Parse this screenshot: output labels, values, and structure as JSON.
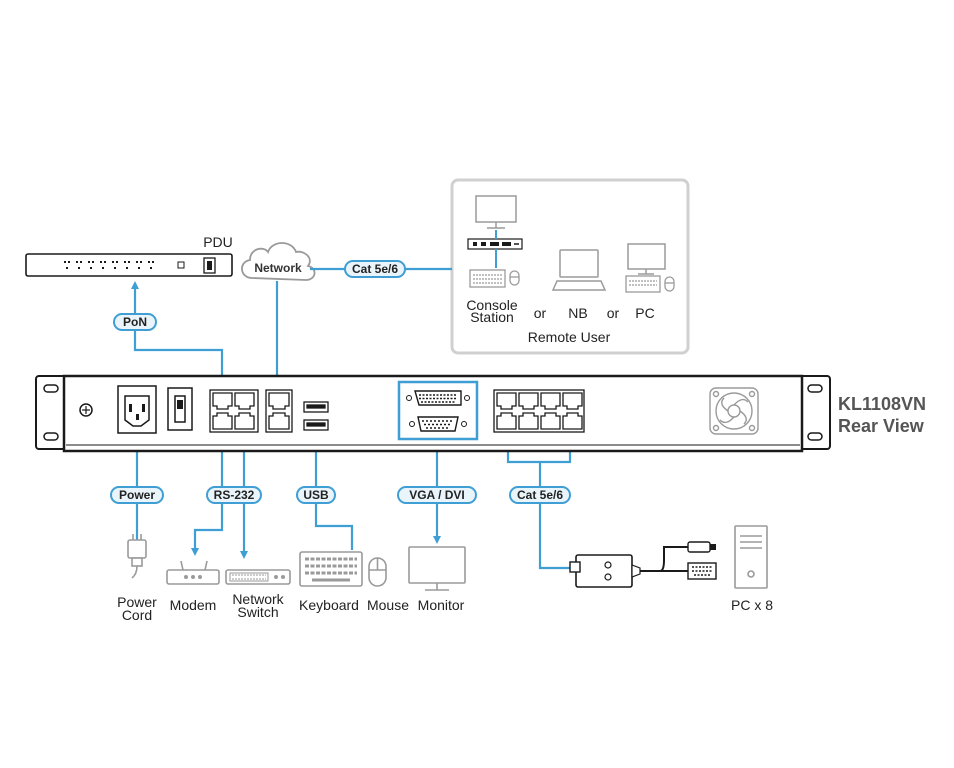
{
  "title": {
    "model": "KL1108VN",
    "view": "Rear View"
  },
  "remote": {
    "console_line1": "Console",
    "console_line2": "Station",
    "or1": "or",
    "nb": "NB",
    "or2": "or",
    "pc": "PC",
    "caption": "Remote User"
  },
  "pdu": "PDU",
  "network": "Network",
  "connection_labels": {
    "cat_top": "Cat 5e/6",
    "pon": "PoN",
    "power": "Power",
    "rs232": "RS-232",
    "usb": "USB",
    "vga_dvi": "VGA / DVI",
    "cat_bottom": "Cat 5e/6"
  },
  "devices": {
    "power_cord_line1": "Power",
    "power_cord_line2": "Cord",
    "modem": "Modem",
    "switch_line1": "Network",
    "switch_line2": "Switch",
    "keyboard": "Keyboard",
    "mouse": "Mouse",
    "monitor": "Monitor",
    "pcs": "PC x 8"
  },
  "colors": {
    "cable": "#3f9ed3",
    "outline": "#1a1a1a",
    "device": "#9a9a9a",
    "box_border": "#d0d0d0"
  }
}
